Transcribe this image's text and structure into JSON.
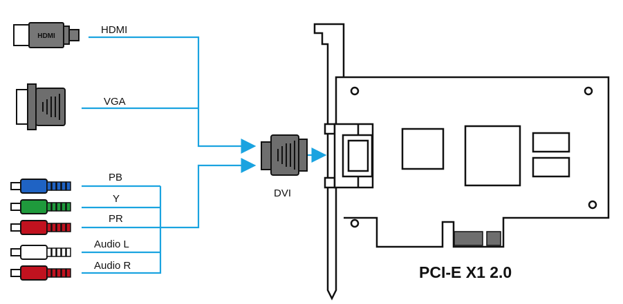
{
  "labels": {
    "hdmi": "HDMI",
    "hdmi_logo": "HDMI",
    "vga": "VGA",
    "pb": "PB",
    "y": "Y",
    "pr": "PR",
    "audio_l": "Audio L",
    "audio_r": "Audio R",
    "dvi": "DVI",
    "card": "PCI-E X1 2.0"
  },
  "colors": {
    "wire": "#1aa3e0",
    "connector_gray": "#6e6e6e",
    "pb": "#1f63c4",
    "y": "#1f9a3c",
    "pr": "#c1121f",
    "audio_l": "#ffffff",
    "audio_r": "#c1121f"
  },
  "icons": [
    "hdmi-connector-icon",
    "vga-connector-icon",
    "rca-plug-icon",
    "dvi-connector-icon",
    "pcie-card-icon"
  ]
}
